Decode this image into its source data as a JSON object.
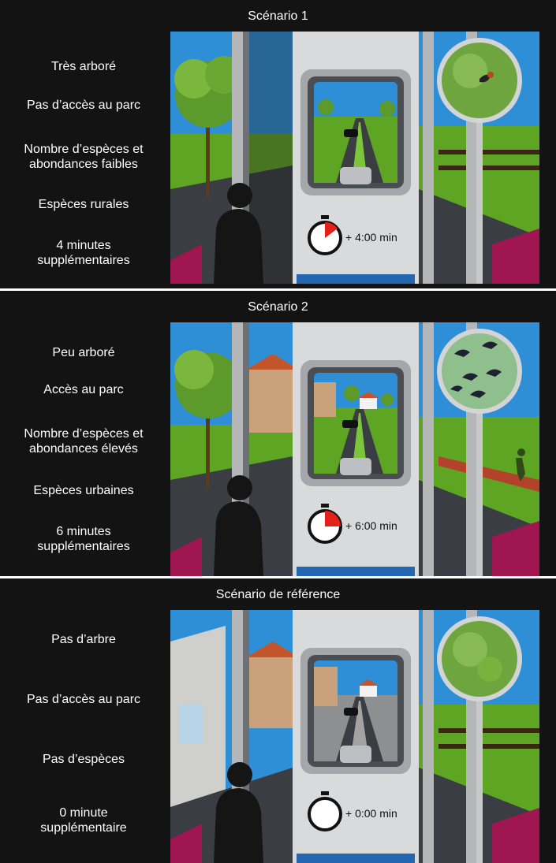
{
  "scenarios": [
    {
      "title": "Scénario 1",
      "attributes": [
        "Très arboré",
        "Pas d’accès au parc",
        "Nombre d’espèces et abondances faibles",
        "Espèces rurales",
        "4 minutes supplémentaires"
      ],
      "time_text": "+ 4:00 min",
      "time_minutes": 4
    },
    {
      "title": "Scénario 2",
      "attributes": [
        "Peu arboré",
        "Accès au parc",
        "Nombre d’espèces et abondances élevés",
        "Espèces urbaines",
        "6 minutes supplémentaires"
      ],
      "time_text": "+ 6:00 min",
      "time_minutes": 6
    },
    {
      "title": "Scénario de référence",
      "attributes": [
        "Pas d’arbre",
        "Pas d’accès au parc",
        "Pas d’espèces",
        "0 minute supplémentaire"
      ],
      "time_text": "+ 0:00 min",
      "time_minutes": 0
    }
  ],
  "colors": {
    "background": "#131313",
    "sky": "#2f8fd6",
    "grass": "#5ea524",
    "road": "#3a3d42",
    "seat": "#a01650",
    "bus_interior": "#d9dadc",
    "stopwatch_fill": "#e32119"
  }
}
